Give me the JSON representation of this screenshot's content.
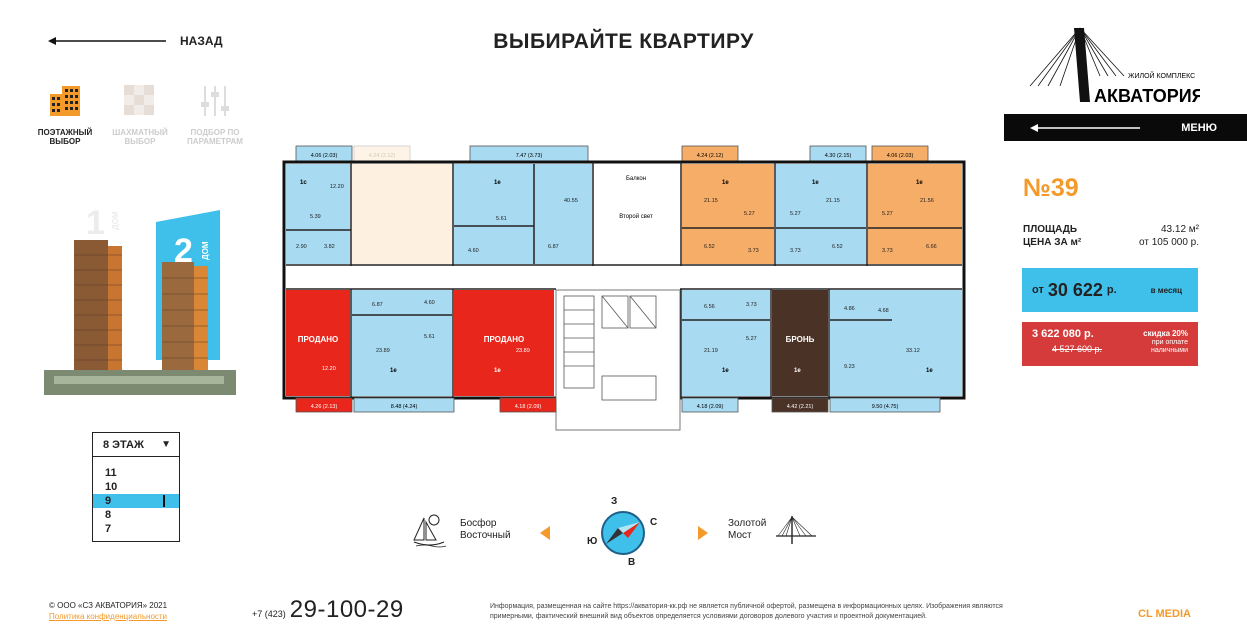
{
  "header": {
    "back_label": "НАЗАД",
    "title": "ВЫБИРАЙТЕ КВАРТИРУ"
  },
  "modes": [
    {
      "label_1": "ПОЭТАЖНЫЙ",
      "label_2": "ВЫБОР",
      "active": true
    },
    {
      "label_1": "ШАХМАТНЫЙ",
      "label_2": "ВЫБОР",
      "active": false
    },
    {
      "label_1": "ПОДБОР ПО",
      "label_2": "ПАРАМЕТРАМ",
      "active": false
    }
  ],
  "buildings": {
    "house1_num": "1",
    "house1_label": "ДОМ",
    "house2_num": "2",
    "house2_label": "ДОМ"
  },
  "floor_selector": {
    "current": "8 ЭТАЖ",
    "options": [
      "11",
      "10",
      "9",
      "8",
      "7"
    ],
    "highlighted": "9"
  },
  "plan": {
    "balcony_label": "Балкон",
    "second_light_label": "Второй свет",
    "sold_label": "ПРОДАНО",
    "reserved_label": "БРОНЬ",
    "balconies_top": [
      "4.06 (2.03)",
      "4.24 (2.12)",
      "7.47 (3.73)",
      "4.24 (2.12)",
      "4.30 (2.15)",
      "4.06 (2.03)"
    ],
    "balconies_bottom": [
      "4.26 (2.13)",
      "8.48 (4.24)",
      "4.18 (2.09)",
      "4.18 (2.09)",
      "4.42 (2.21)",
      "9.50 (4.75)"
    ],
    "room_areas": [
      "12.20",
      "5.39",
      "2.90",
      "3.82",
      "40.55",
      "5.61",
      "4.60",
      "6.87",
      "21.15",
      "5.27",
      "3.73",
      "6.52",
      "21.15",
      "5.27",
      "3.73",
      "6.52",
      "21.56",
      "5.27",
      "3.73",
      "6.66",
      "6.87",
      "4.60",
      "5.61",
      "23.89",
      "6.56",
      "3.73",
      "5.27",
      "21.19",
      "4.86",
      "4.68",
      "9.23",
      "33.12",
      "12.20",
      "23.89"
    ],
    "apt_codes": [
      "1с",
      "1е",
      "1е",
      "1е",
      "1е",
      "1е",
      "1е",
      "1е",
      "1е",
      "1е"
    ]
  },
  "logo": {
    "subtitle": "ЖИЛОЙ КОМПЛЕКС",
    "name": "АКВАТОРИЯ"
  },
  "menu_label": "МЕНЮ",
  "apartment": {
    "number": "№39",
    "area_label": "ПЛОЩАДЬ",
    "area_value": "43.12 м²",
    "price_m2_label": "ЦЕНА ЗА м²",
    "price_m2_value": "от 105 000 р.",
    "monthly_prefix": "от",
    "monthly_value": "30 622",
    "monthly_currency": "р.",
    "monthly_period": "в месяц",
    "price": "3 622 080 р.",
    "old_price": "4 527 600 р.",
    "discount_label": "скидка",
    "discount_value": "20%",
    "discount_note_1": "при оплате",
    "discount_note_2": "наличными"
  },
  "directions": {
    "left_1": "Босфор",
    "left_2": "Восточный",
    "right_1": "Золотой",
    "right_2": "Мост"
  },
  "compass": {
    "n": "З",
    "e": "С",
    "s": "В",
    "w": "Ю"
  },
  "footer": {
    "copyright": "© ООО «СЗ АКВАТОРИЯ» 2021",
    "privacy": "Политика конфиденциальности",
    "phone_prefix": "+7 (423)",
    "phone": "29-100-29",
    "disclaimer": "Информация, размещенная на сайте https://акватория-кк.рф не является публичной офертой, размещена в информационных целях. Изображения являются примерными, фактический внешний вид объектов определяется условиями договоров долевого участия и проектной документацией.",
    "brand": "CL MEDIA"
  },
  "colors": {
    "accent": "#f39a2b",
    "blue": "#3fc0ea",
    "apt_blue": "#a8daf2",
    "sold": "#e8261b",
    "reserved": "#4a3326",
    "orange_apt": "#f6ad67"
  }
}
